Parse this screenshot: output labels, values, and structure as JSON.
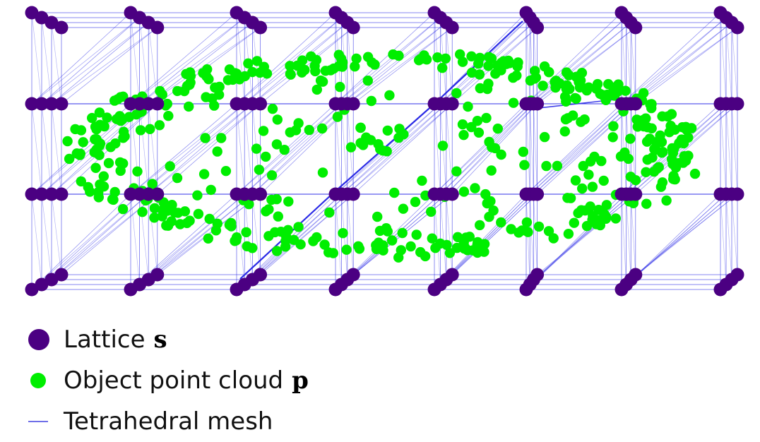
{
  "figure": {
    "colors": {
      "lattice": "#4b0082",
      "point_cloud": "#00ee00",
      "mesh": "#2a2ae6"
    }
  },
  "legend": {
    "lattice": {
      "label": "Lattice",
      "symbol": "s",
      "color": "#4b0082"
    },
    "point_cloud": {
      "label": "Object point cloud",
      "symbol": "p",
      "color": "#00ee00"
    },
    "mesh": {
      "label": "Tetrahedral mesh",
      "color": "#6f6fe8"
    }
  }
}
